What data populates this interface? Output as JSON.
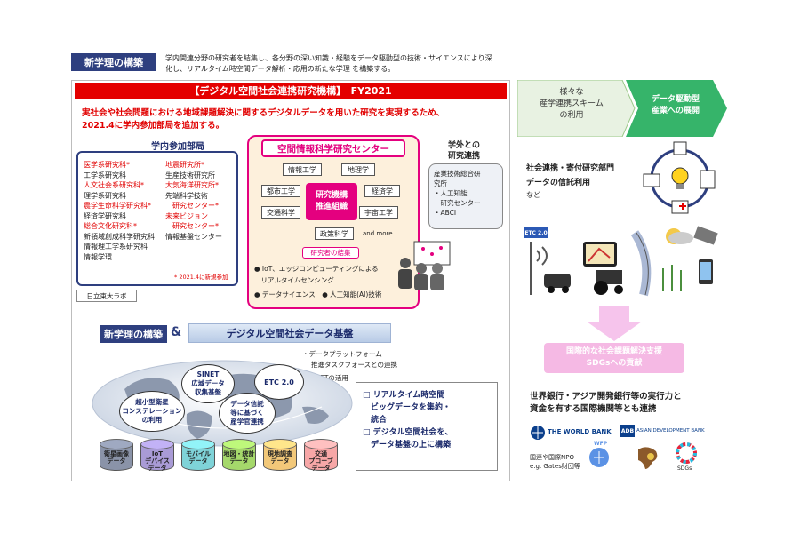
{
  "header": {
    "tag": "新学理の構築",
    "description_line1": "学内関連分野の研究者を結集し、各分野の深い知識・経験をデータ駆動型の技術・サイエンスにより深",
    "description_line2": "化し、リアルタイム時空間データ解析・応用の新たな学理 を構築する。"
  },
  "banner": {
    "title": "【デジタル空間社会連携研究機構】　FY2021"
  },
  "mission": {
    "line1": "実社会や社会問題における地域課題解決に関するデジタルデータを用いた研究を実現するため、",
    "line2": "2021.4に学内参加部局を追加する。"
  },
  "departments": {
    "title": "学内参加部局",
    "col1": [
      {
        "text": "医学系研究科*",
        "red": true
      },
      {
        "text": "工学系研究科",
        "red": false
      },
      {
        "text": "人文社会系研究科*",
        "red": true
      },
      {
        "text": "理学系研究科",
        "red": false
      },
      {
        "text": "農学生命科学研究科*",
        "red": true
      },
      {
        "text": "経済学研究科",
        "red": false
      },
      {
        "text": "総合文化研究科*",
        "red": true
      },
      {
        "text": "新領域創成科学研究科",
        "red": false
      },
      {
        "text": "情報理工学系研究科",
        "red": false
      },
      {
        "text": "情報学環",
        "red": false
      }
    ],
    "col2": [
      {
        "text": "地震研究所*",
        "red": true
      },
      {
        "text": "生産技術研究所",
        "red": false
      },
      {
        "text": "大気海洋研究所*",
        "red": true
      },
      {
        "text": "先端科学技術",
        "red": false
      },
      {
        "text": "　研究センター*",
        "red": true
      },
      {
        "text": "未来ビジョン",
        "red": true
      },
      {
        "text": "　研究センター*",
        "red": true
      },
      {
        "text": "情報基盤センター",
        "red": false
      }
    ],
    "note": "* 2021.4に新規参加",
    "lab": "日立東大ラボ"
  },
  "center": {
    "title": "空間情報科学研究センター",
    "fields": [
      "情報工学",
      "地理学",
      "都市工学",
      "経済学",
      "交通科学",
      "宇宙工学",
      "政策科学"
    ],
    "core_line1": "研究機構",
    "core_line2": "推進組織",
    "more": "and more",
    "gather": "研究者の結集",
    "bullet1": "● IoT、エッジコンピューティングによる",
    "bullet1b": "　リアルタイムセンシング",
    "bullet2": "● データサイエンス　● 人工知能(AI)技術"
  },
  "external": {
    "title_line1": "学外との",
    "title_line2": "研究連携",
    "lines": [
      "産業技術総合研",
      "究所",
      "・人工知能",
      "　研究センター",
      "・ABCI"
    ]
  },
  "base": {
    "tag": "新学理の構築",
    "amp": "&",
    "title": "デジタル空間社会データ基盤",
    "platform_line1": "・データプラットフォーム",
    "platform_line2": "推進タスクフォースとの連携",
    "sinet_use": "・SINETの活用",
    "bubbles": {
      "sinet": [
        "SINET",
        "広域データ",
        "収集基盤"
      ],
      "etc": "ETC 2.0",
      "satellite": [
        "超小型衛星",
        "コンステレーション",
        "の利用"
      ],
      "trust": [
        "データ信託",
        "等に基づく",
        "産学官連携"
      ]
    },
    "cylinders": [
      {
        "label": "衛星画像\nデータ",
        "color": "#8a93a8"
      },
      {
        "label": "IoT\nデバイス\nデータ",
        "color": "#a99bd6"
      },
      {
        "label": "モバイル\nデータ",
        "color": "#7fd3d8"
      },
      {
        "label": "地図・統計\nデータ",
        "color": "#a5d86b"
      },
      {
        "label": "現地調査\nデータ",
        "color": "#f2c879"
      },
      {
        "label": "交通\nプローブ\nデータ",
        "color": "#f7a7a7"
      }
    ],
    "points": [
      "□ リアルタイム時空間",
      "　ビッグデータを集約・",
      "　統合",
      "□ デジタル空間社会を、",
      "　データ基盤の上に構築"
    ]
  },
  "right": {
    "arrow_left": [
      "様々な",
      "産学連携スキーム",
      "の利用"
    ],
    "arrow_right": [
      "データ駆動型",
      "産業への展開"
    ],
    "trust_line1": "社会連携・寄付研究部門",
    "trust_line2": "データの信託利用",
    "trust_line3": "など",
    "etc_badge": "ETC 2.0",
    "sdgs_line1": "国際的な社会課題解決支援",
    "sdgs_line2": "SDGsへの貢献",
    "wb_line1": "世界銀行・アジア開発銀行等の実行力と",
    "wb_line2": "資金を有する国際機関等とも連携",
    "logos": {
      "worldbank": "THE WORLD BANK",
      "adb_mark": "ADB",
      "adb": "ASIAN DEVELOPMENT BANK",
      "npo_line1": "国連や国際NPO",
      "npo_line2": "e.g. Gates財団等",
      "wfp": "WFP",
      "sdgs": "SDGs"
    }
  }
}
